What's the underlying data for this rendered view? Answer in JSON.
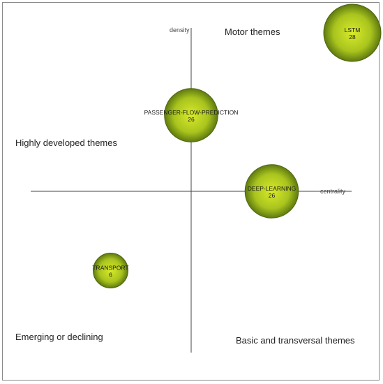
{
  "chart_data": {
    "type": "scatter",
    "title": "",
    "xlabel": "centrality",
    "ylabel": "density",
    "grid": false,
    "quadrants": {
      "top_right": "Motor themes",
      "top_left": "Highly developed themes",
      "bottom_left": "Emerging or declining",
      "bottom_right": "Basic and transversal themes"
    },
    "xlim": [
      -1.0,
      1.0
    ],
    "ylim": [
      -1.0,
      1.0
    ],
    "points": [
      {
        "label": "LSTM",
        "value": "28",
        "x": 1.0,
        "y": 1.0,
        "size": 28
      },
      {
        "label": "PASSENGER-FLOW-PREDICTION",
        "value": "26",
        "x": 0.0,
        "y": 0.48,
        "size": 26
      },
      {
        "label": "DEEP-LEARNING",
        "value": "26",
        "x": 0.5,
        "y": 0.0,
        "size": 26
      },
      {
        "label": "TRANSPORT",
        "value": "6",
        "x": -0.5,
        "y": -0.5,
        "size": 6
      }
    ],
    "colors": {
      "bubble_center": "#d8ea2a",
      "bubble_mid": "#a9c41e",
      "bubble_edge": "#5f7a0f",
      "bubble_stroke": "#4d6410"
    }
  }
}
